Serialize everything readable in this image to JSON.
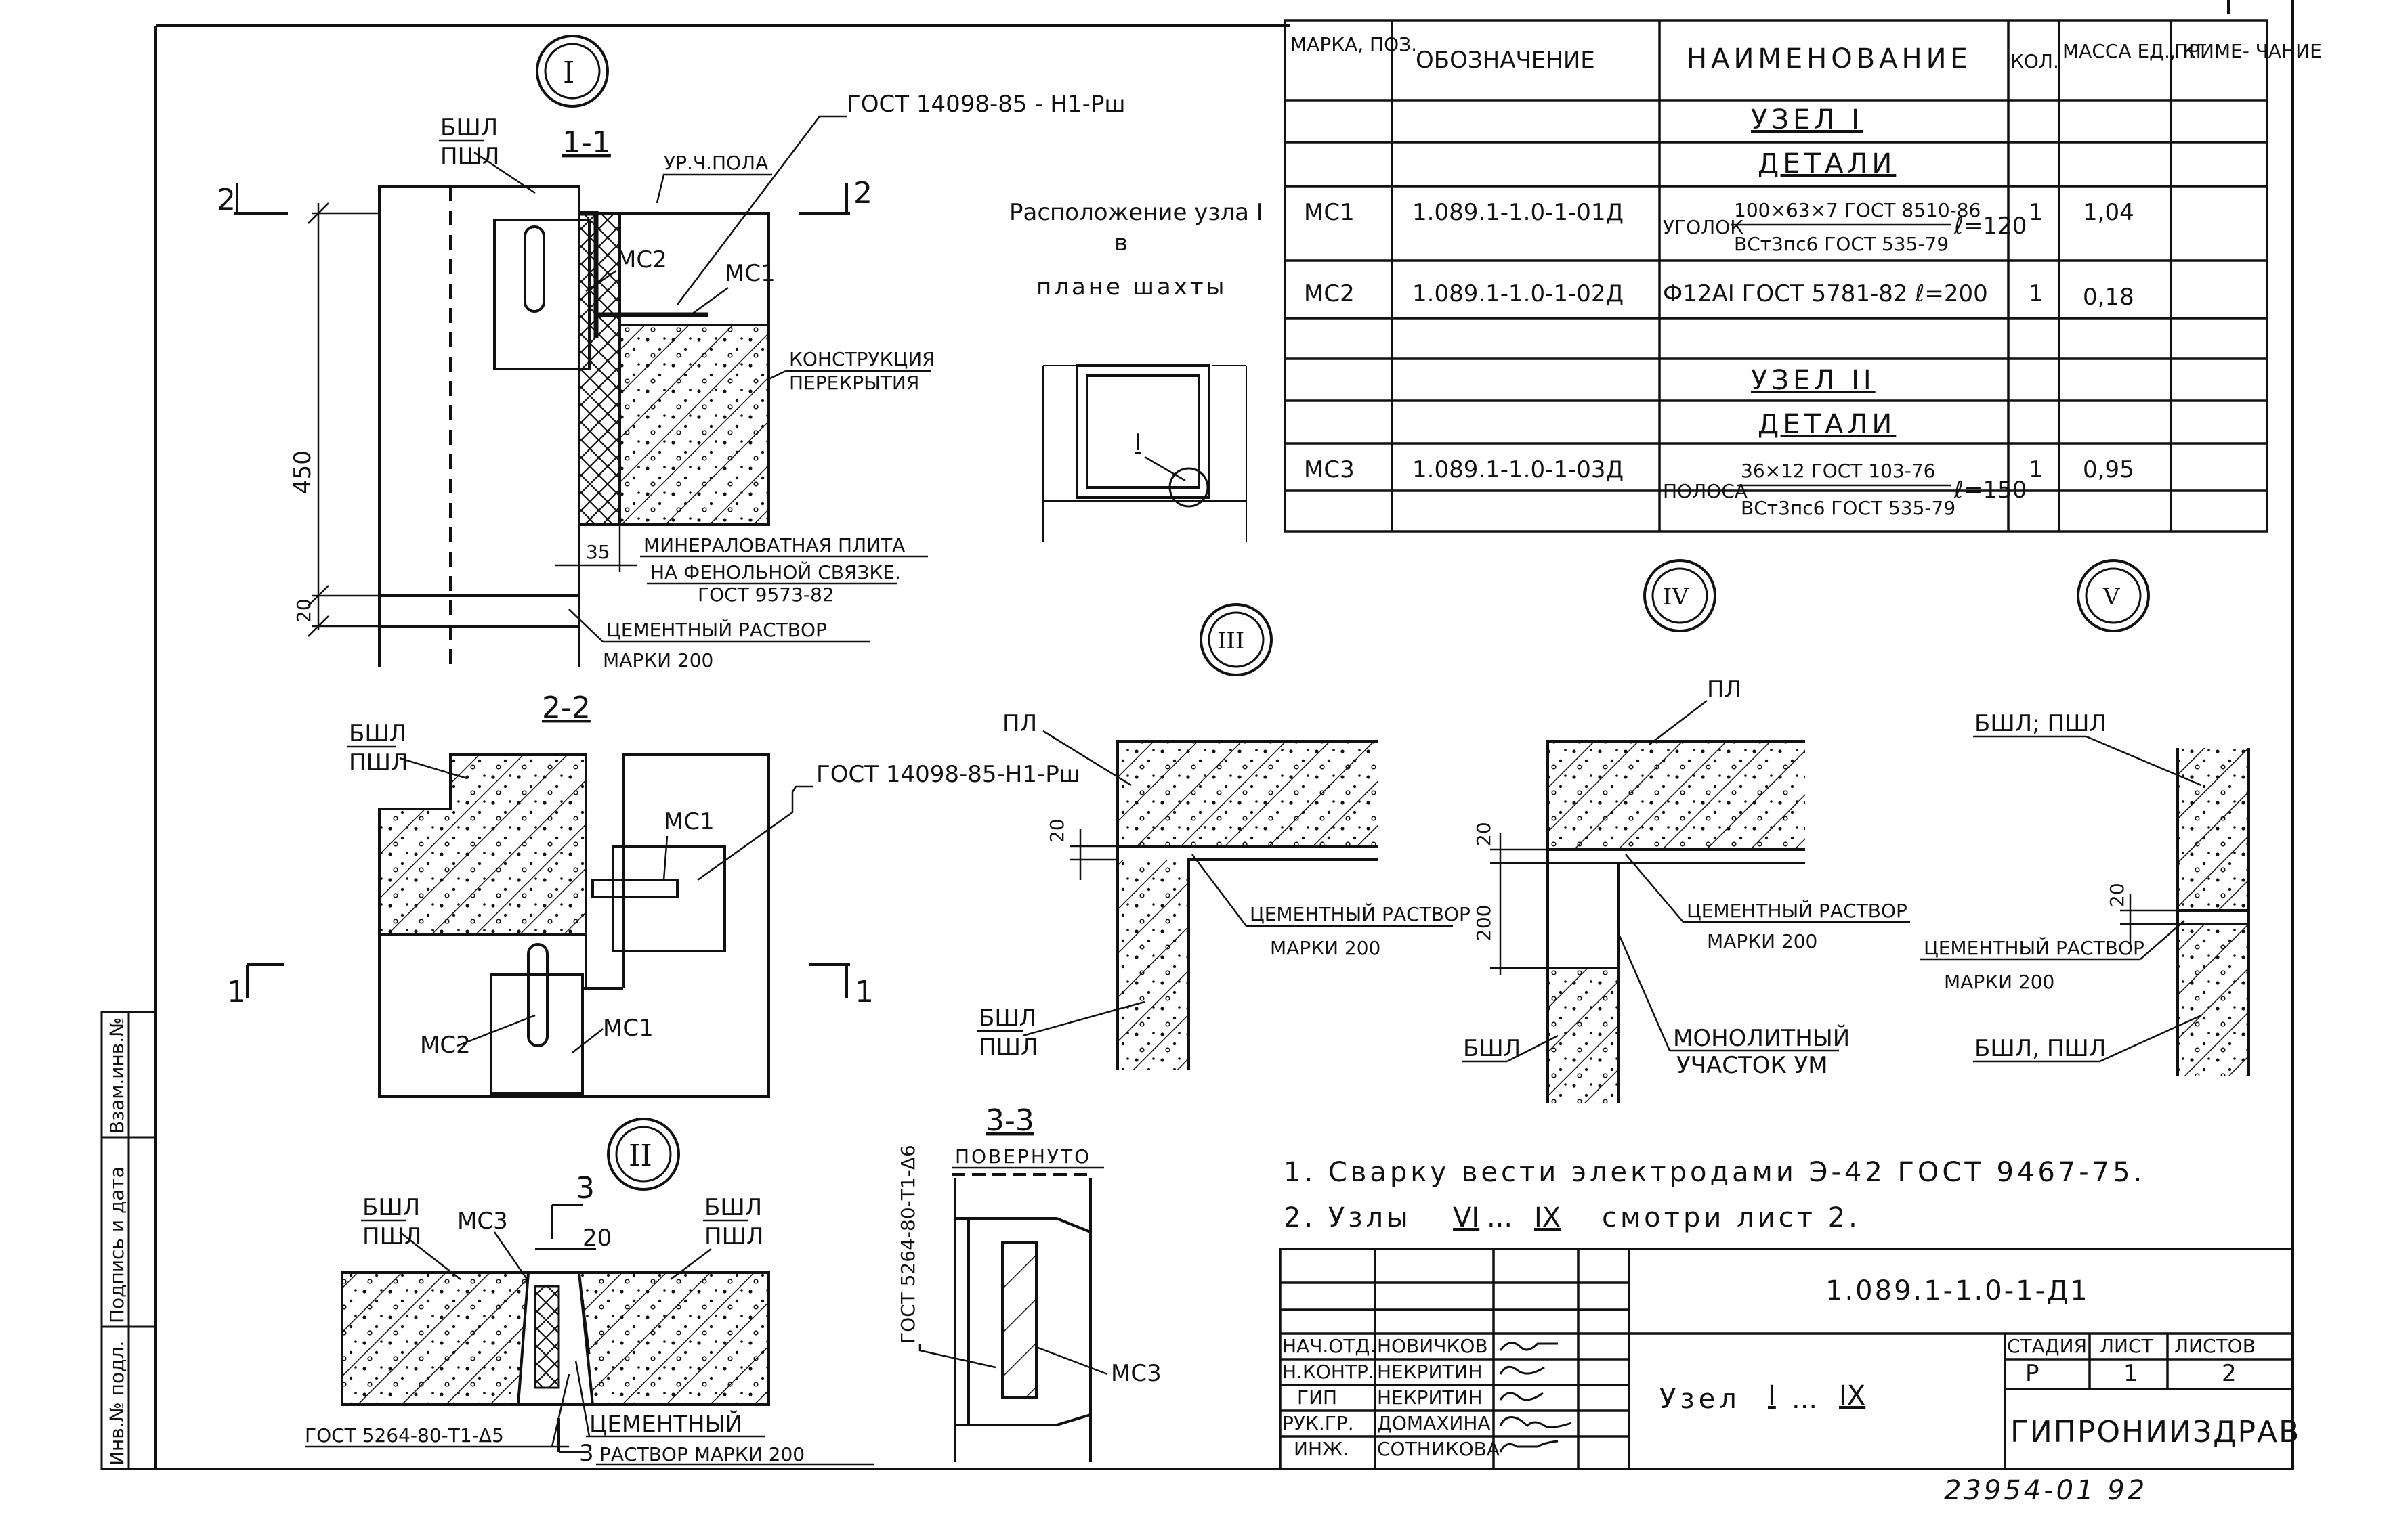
{
  "spec_table": {
    "headers": [
      "МАРКА, ПОЗ.",
      "ОБОЗНАЧЕНИЕ",
      "НАИМЕНОВАНИЕ",
      "КОЛ.",
      "МАССА ЕД., КГ",
      "ПРИМЕ- ЧАНИЕ"
    ],
    "section1_title": "УЗЕЛ I",
    "section1_sub": "ДЕТАЛИ",
    "row1": {
      "mark": "МС1",
      "designation": "1.089.1-1.0-1-01Д",
      "name_pre": "УГОЛОК",
      "name_top": "100×63×7 ГОСТ 8510-86",
      "name_bottom": "ВСт3пс6 ГОСТ 535-79",
      "name_post": "ℓ=120",
      "qty": "1",
      "mass": "1,04"
    },
    "row2": {
      "mark": "МС2",
      "designation": "1.089.1-1.0-1-02Д",
      "name": "Ф12АI ГОСТ 5781-82  ℓ=200",
      "qty": "1",
      "mass": "0,18"
    },
    "section2_title": "УЗЕЛ II",
    "section2_sub": "ДЕТАЛИ",
    "row3": {
      "mark": "МС3",
      "designation": "1.089.1-1.0-1-03Д",
      "name_pre": "ПОЛОСА",
      "name_top": "36×12 ГОСТ 103-76",
      "name_bottom": "ВСт3пс6 ГОСТ 535-79",
      "name_post": "ℓ=150",
      "qty": "1",
      "mass": "0,95"
    }
  },
  "node1": {
    "circle": "I",
    "section": "1-1",
    "bshl": "БШЛ",
    "pshl": "ПШЛ",
    "gost_weld": "ГОСТ 14098-85 - Н1-Рш",
    "floor_level": "УР.Ч.ПОЛА",
    "mark_a": "2",
    "mark_b": "2",
    "mc2": "МС2",
    "mc1": "МС1",
    "construction_1": "КОНСТРУКЦИЯ",
    "construction_2": "ПЕРЕКРЫТИЯ",
    "dim_450": "450",
    "dim_35": "35",
    "dim_20": "20",
    "wool_1": "МИНЕРАЛОВАТНАЯ ПЛИТА",
    "wool_2": "НА ФЕНОЛЬНОЙ СВЯЗКЕ.",
    "wool_3": "ГОСТ 9573-82",
    "mortar_1": "ЦЕМЕНТНЫЙ РАСТВОР",
    "mortar_2": "МАРКИ    200"
  },
  "location": {
    "line1": "Расположение узла I",
    "line2": "в",
    "line3": "плане    шахты",
    "marker": "I"
  },
  "section22": {
    "title": "2-2",
    "bshl": "БШЛ",
    "pshl": "ПШЛ",
    "gost": "ГОСТ 14098-85-Н1-Рш",
    "mc1_a": "МС1",
    "mc1_b": "МС1",
    "mc2": "МС2",
    "mark_left": "1",
    "mark_right": "1"
  },
  "node2": {
    "circle": "II",
    "bshl_l": "БШЛ",
    "pshl_l": "ПШЛ",
    "mc3": "МС3",
    "mark3": "3",
    "mark3b": "3",
    "dim20": "20",
    "bshl_r": "БШЛ",
    "pshl_r": "ПШЛ",
    "gost": "ГОСТ 5264-80-Т1-Δ5",
    "mortar_1": "ЦЕМЕНТНЫЙ",
    "mortar_2": "РАСТВОР  МАРКИ  200"
  },
  "section33": {
    "title": "3-3",
    "rotated": "ПОВЕРНУТО",
    "gost_vertical": "ГОСТ 5264-80-Т1-Δ6",
    "mc3": "МС3"
  },
  "node3": {
    "circle": "III",
    "pl": "ПЛ",
    "dim20": "20",
    "mortar_1": "ЦЕМЕНТНЫЙ РАСТВОР",
    "mortar_2": "МАРКИ    200",
    "bshl": "БШЛ",
    "pshl": "ПШЛ"
  },
  "node4": {
    "circle": "IV",
    "pl": "ПЛ",
    "dim20": "20",
    "dim200": "200",
    "mortar_1": "ЦЕМЕНТНЫЙ РАСТВОР",
    "mortar_2": "МАРКИ    200",
    "mono_1": "МОНОЛИТНЫЙ",
    "mono_2": "УЧАСТОК УМ",
    "bshl": "БШЛ"
  },
  "node5": {
    "circle": "V",
    "top": "БШЛ; ПШЛ",
    "dim20": "20",
    "mortar_1": "ЦЕМЕНТНЫЙ РАСТВОР",
    "mortar_2": "МАРКИ    200",
    "bottom": "БШЛ, ПШЛ"
  },
  "notes": {
    "note1": "1.  Сварку  вести  электродами   Э-42   ГОСТ 9467-75.",
    "note2_pre": "2.  Узлы",
    "note2_a": "VI",
    "note2_mid": "...",
    "note2_b": "IX",
    "note2_post": "смотри   лист  2."
  },
  "stamp": {
    "doc_code": "1.089.1-1.0-1-Д1",
    "title_pre": "Узел",
    "title_a": "I",
    "title_mid": "...",
    "title_b": "IX",
    "stage_h": "СТАДИЯ",
    "sheet_h": "ЛИСТ",
    "sheets_h": "ЛИСТОВ",
    "stage": "Р",
    "sheet": "1",
    "sheets": "2",
    "org": "ГИПРОНИИЗДРАВ",
    "roles": [
      {
        "role": "НАЧ.ОТД.",
        "name": "НОВИЧКОВ"
      },
      {
        "role": "Н.КОНТР.",
        "name": "НЕКРИТИН"
      },
      {
        "role": "ГИП",
        "name": "НЕКРИТИН"
      },
      {
        "role": "РУК.ГР.",
        "name": "ДОМАХИНА"
      },
      {
        "role": "ИНЖ.",
        "name": "СОТНИКОВА"
      }
    ]
  },
  "side_strip": {
    "col1": "Инв.№ подл.",
    "col2": "Подпись и дата",
    "col3": "Взам.инв.№"
  },
  "footer_number": "23954-01   92"
}
